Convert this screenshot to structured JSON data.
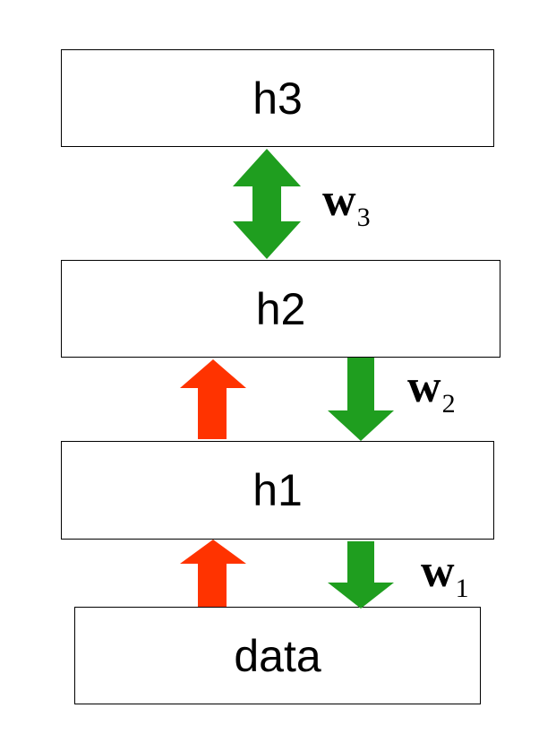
{
  "layers": {
    "h3": "h3",
    "h2": "h2",
    "h1": "h1",
    "data": "data"
  },
  "weights": {
    "w3": {
      "symbol": "w",
      "subscript": "3"
    },
    "w2": {
      "symbol": "w",
      "subscript": "2"
    },
    "w1": {
      "symbol": "w",
      "subscript": "1"
    }
  },
  "colors": {
    "recognition_arrow": "#ff3300",
    "generative_arrow": "#1f9e1f",
    "box_border": "#000000"
  }
}
